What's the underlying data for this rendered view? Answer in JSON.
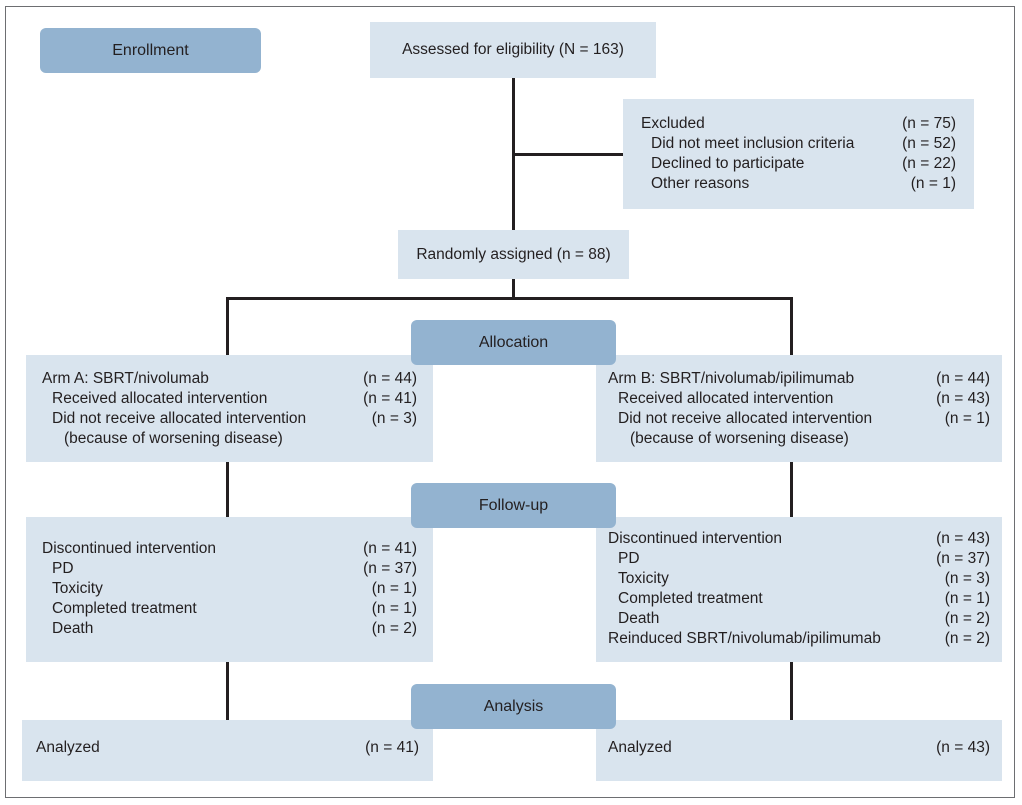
{
  "stages": {
    "enrollment": "Enrollment",
    "allocation": "Allocation",
    "followup": "Follow-up",
    "analysis": "Analysis"
  },
  "assessed": "Assessed for eligibility (N = 163)",
  "excluded": {
    "rows": [
      {
        "label": "Excluded",
        "count": "(n = 75)"
      },
      {
        "label": "Did not meet inclusion criteria",
        "count": "(n = 52)"
      },
      {
        "label": "Declined to participate",
        "count": "(n = 22)"
      },
      {
        "label": "Other reasons",
        "count": "(n = 1)"
      }
    ]
  },
  "randomized": "Randomly assigned (n = 88)",
  "arm_a": {
    "allocation": {
      "title": "Arm A: SBRT/nivolumab",
      "title_count": "(n = 44)",
      "received": "Received allocated intervention",
      "received_count": "(n = 41)",
      "not_received": "Did not receive allocated intervention",
      "not_received_count": "(n = 3)",
      "reason": "(because of worsening disease)"
    },
    "followup": {
      "rows": [
        {
          "label": "Discontinued intervention",
          "count": "(n = 41)"
        },
        {
          "label": "PD",
          "count": "(n = 37)"
        },
        {
          "label": "Toxicity",
          "count": "(n = 1)"
        },
        {
          "label": "Completed treatment",
          "count": "(n = 1)"
        },
        {
          "label": "Death",
          "count": "(n = 2)"
        }
      ]
    },
    "analysis": {
      "label": "Analyzed",
      "count": "(n = 41)"
    }
  },
  "arm_b": {
    "allocation": {
      "title": "Arm B: SBRT/nivolumab/ipilimumab",
      "title_count": "(n = 44)",
      "received": "Received allocated intervention",
      "received_count": "(n = 43)",
      "not_received": "Did not receive allocated intervention",
      "not_received_count": "(n = 1)",
      "reason": "(because of worsening disease)"
    },
    "followup": {
      "rows": [
        {
          "label": "Discontinued intervention",
          "count": "(n = 43)"
        },
        {
          "label": "PD",
          "count": "(n = 37)"
        },
        {
          "label": "Toxicity",
          "count": "(n = 3)"
        },
        {
          "label": "Completed treatment",
          "count": "(n = 1)"
        },
        {
          "label": "Death",
          "count": "(n = 2)"
        },
        {
          "label": "Reinduced SBRT/nivolumab/ipilimumab",
          "count": "(n = 2)"
        }
      ]
    },
    "analysis": {
      "label": "Analyzed",
      "count": "(n = 43)"
    }
  }
}
